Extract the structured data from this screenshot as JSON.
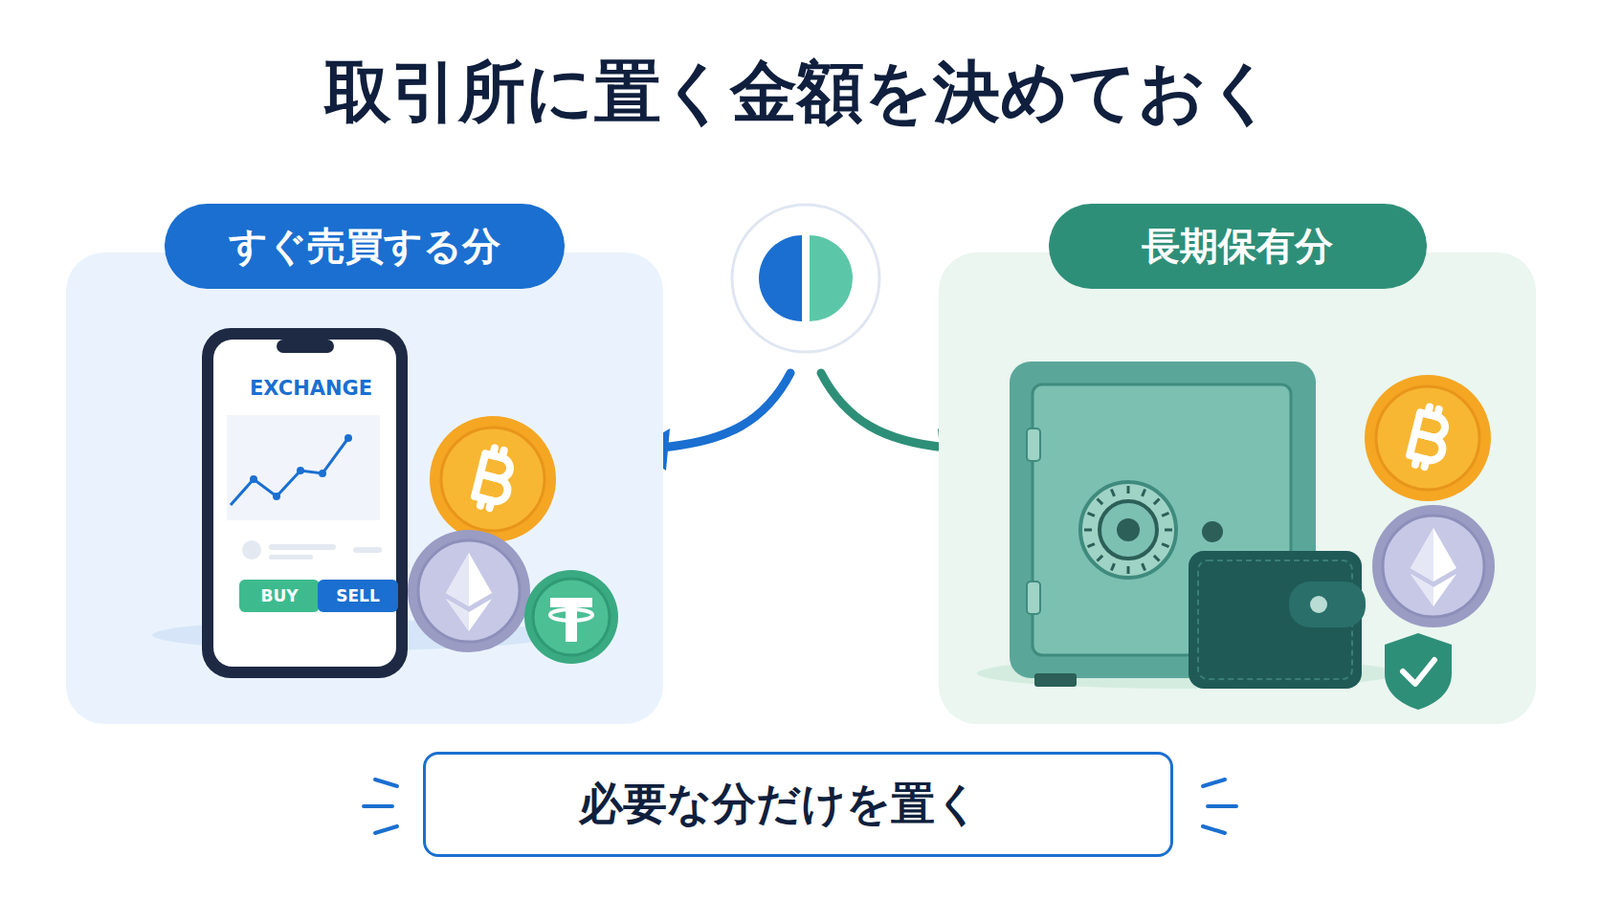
{
  "diagram": {
    "title": "取引所に置く金額を決めておく",
    "nodes": [
      {
        "text": [
          "すぐ売買する分"
        ]
      },
      {
        "text": [
          "BUY"
        ],
        "in": 0
      },
      {
        "text": [
          "SELL"
        ],
        "in": 0
      },
      {
        "text": [
          "長期保有分"
        ]
      },
      {
        "text": [
          "必要な分だけを置く"
        ]
      }
    ],
    "labels": [
      "EXCHANGE"
    ]
  }
}
